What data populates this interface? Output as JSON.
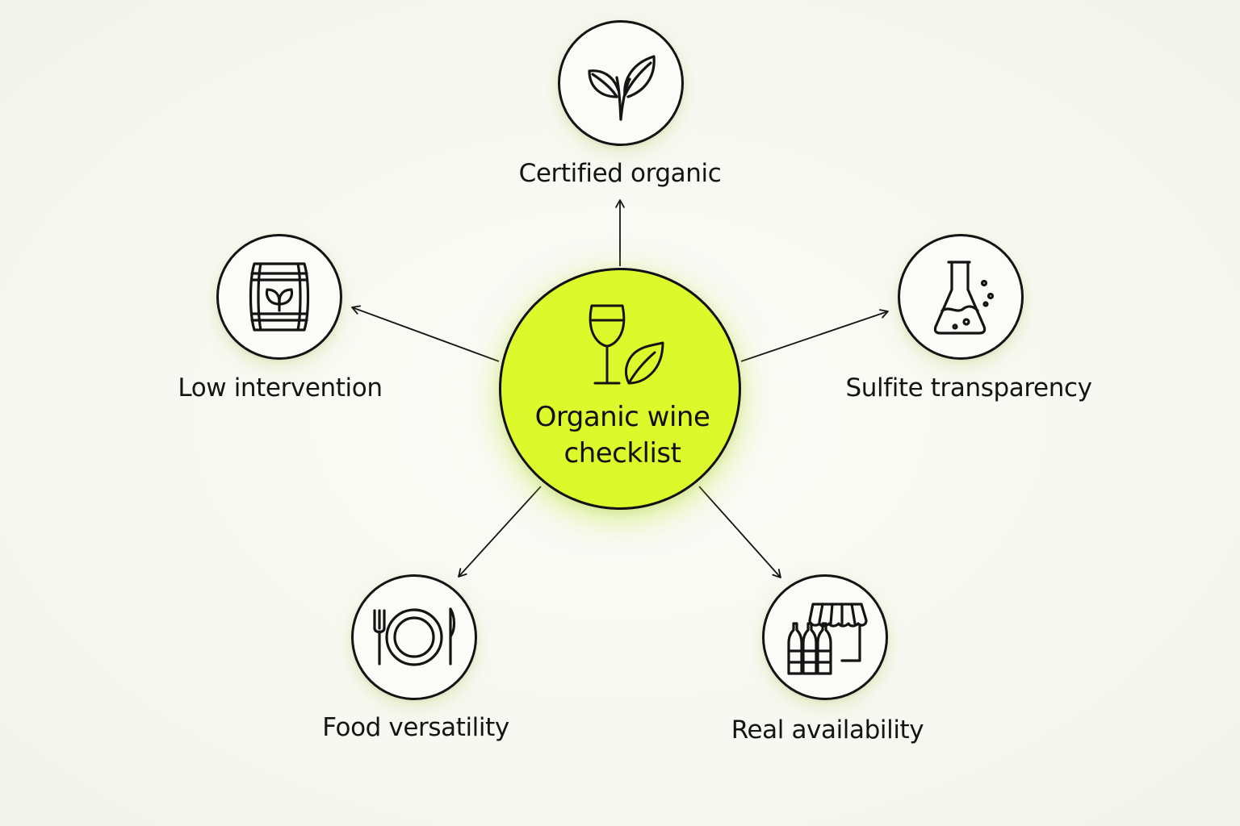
{
  "diagram": {
    "center": {
      "title": "Organic wine checklist",
      "icon": "wine-glass-leaf-icon",
      "fill_color": "#dcf92c"
    },
    "items": [
      {
        "id": "certified",
        "label": "Certified organic",
        "icon": "leaf-sprout-icon"
      },
      {
        "id": "low",
        "label": "Low intervention",
        "icon": "barrel-leaf-icon"
      },
      {
        "id": "sulfite",
        "label": "Sulfite transparency",
        "icon": "flask-icon"
      },
      {
        "id": "food",
        "label": "Food versatility",
        "icon": "plate-fork-knife-icon"
      },
      {
        "id": "real",
        "label": "Real availability",
        "icon": "shop-bottles-icon"
      }
    ],
    "background_color": "#f7f8f2",
    "stroke_color": "#141414"
  }
}
